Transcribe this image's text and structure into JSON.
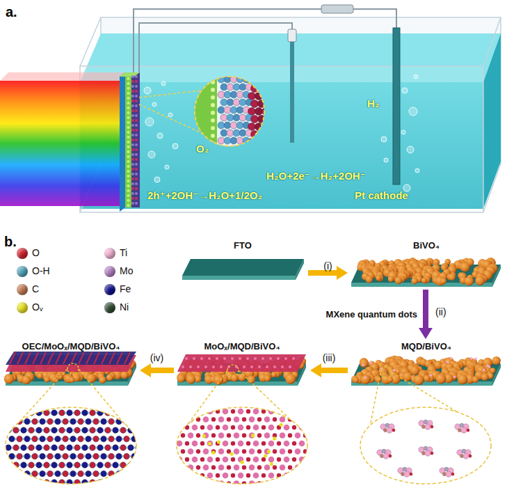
{
  "diagram": {
    "nodes": [
      {
        "text": [
          "FTO"
        ]
      },
      {
        "text": [
          "BiVO₄"
        ]
      },
      {
        "text": [
          "MQD/BiVO₄"
        ]
      },
      {
        "text": [
          "MoOₓ/MQD/BiVO₄"
        ]
      },
      {
        "text": [
          "OEC/MoOₓ/MQD/BiVO₄"
        ]
      }
    ],
    "edges": [
      {
        "from": 0,
        "to": 1,
        "arrow": "to",
        "label": "(i)"
      },
      {
        "from": 1,
        "to": 2,
        "arrow": "to",
        "label": "(ii)"
      },
      {
        "from": 2,
        "to": 3,
        "arrow": "to",
        "label": "(iii)"
      },
      {
        "from": 3,
        "to": 4,
        "arrow": "to",
        "label": "(iv)"
      }
    ],
    "labels": [
      "a.",
      "O₂",
      "H₂",
      "H₂O+2e⁻→H₂+2OH⁻",
      "2h⁺+2OH⁻→H₂O+1/2O₂",
      "Pt cathode",
      "b.",
      "MXene quantum dots"
    ],
    "legend": [
      {
        "text": "O",
        "color": "#d0202a"
      },
      {
        "text": "O-H",
        "color": "#4fa3b8"
      },
      {
        "text": "C",
        "color": "#c07850"
      },
      {
        "text": "Oᵥ",
        "color": "#e8e020"
      },
      {
        "text": "Ti",
        "color": "#f0b0d0"
      },
      {
        "text": "Mo",
        "color": "#b080c0"
      },
      {
        "text": "Fe",
        "color": "#10108a"
      },
      {
        "text": "Ni",
        "color": "#2e4a30"
      }
    ]
  }
}
